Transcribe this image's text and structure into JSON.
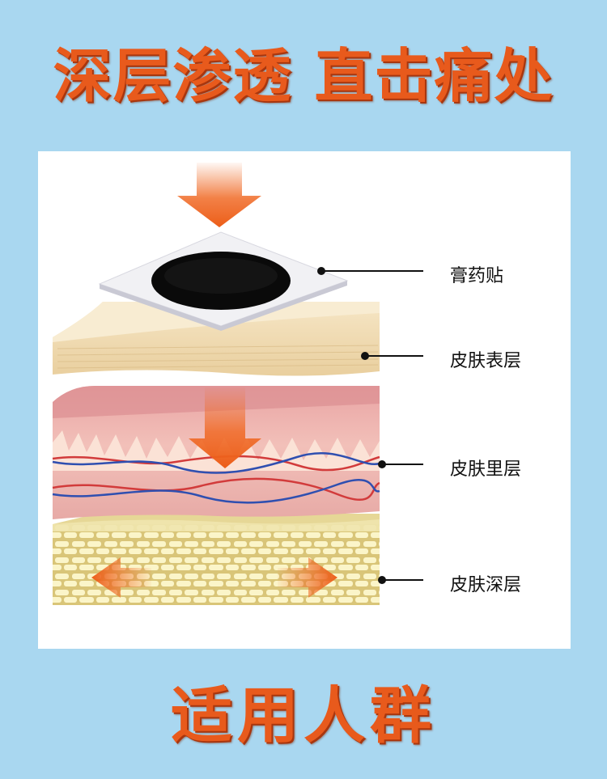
{
  "header": {
    "title": "深层渗透 直击痛处"
  },
  "diagram": {
    "labels": {
      "patch": "膏药贴",
      "epidermis": "皮肤表层",
      "dermis": "皮肤里层",
      "deep": "皮肤深层"
    }
  },
  "footer": {
    "title": "适用人群"
  },
  "colors": {
    "background": "#a9d7f0",
    "accent": "#e85a1c",
    "arrow": "#f06a26"
  }
}
